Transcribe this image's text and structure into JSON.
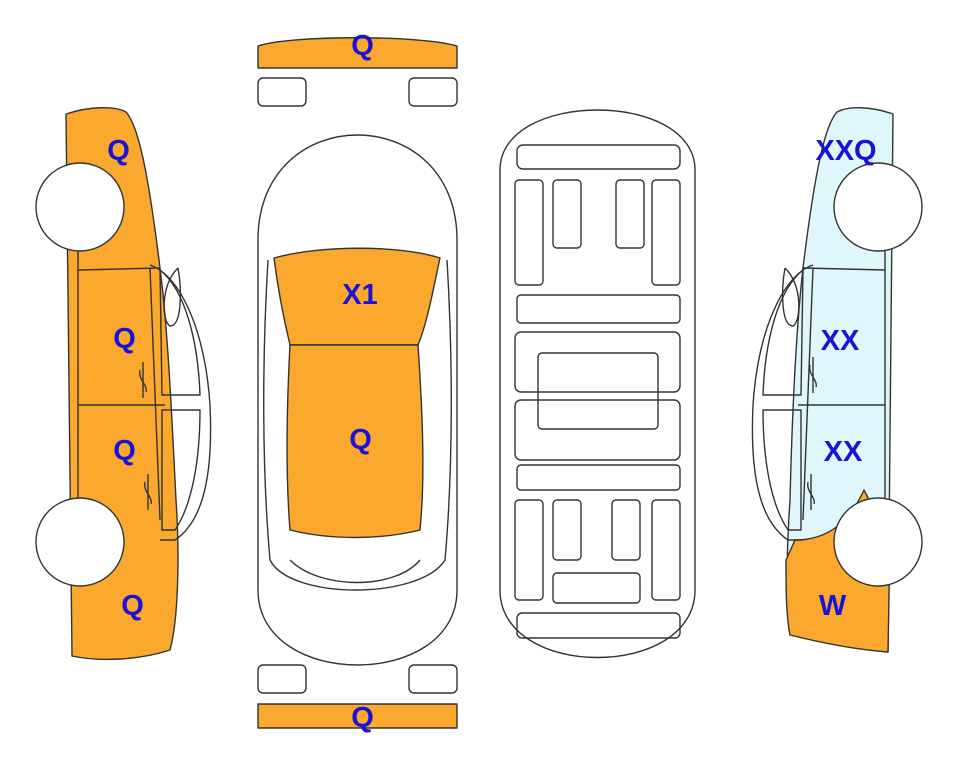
{
  "colors": {
    "damaged": "#FBA82E",
    "tinted": "#DFF6FB",
    "outline": "#333333",
    "label": "#1B12D6"
  },
  "panels": {
    "front_bumper": "Q",
    "left_front_fender": "Q",
    "left_front_door": "Q",
    "left_rear_door": "Q",
    "left_rear_quarter": "Q",
    "hood": "X1",
    "roof": "Q",
    "rear_bumper": "Q",
    "right_front_fender": "XXQ",
    "right_front_door": "XX",
    "right_rear_door": "XX",
    "right_rear_quarter": "W"
  }
}
